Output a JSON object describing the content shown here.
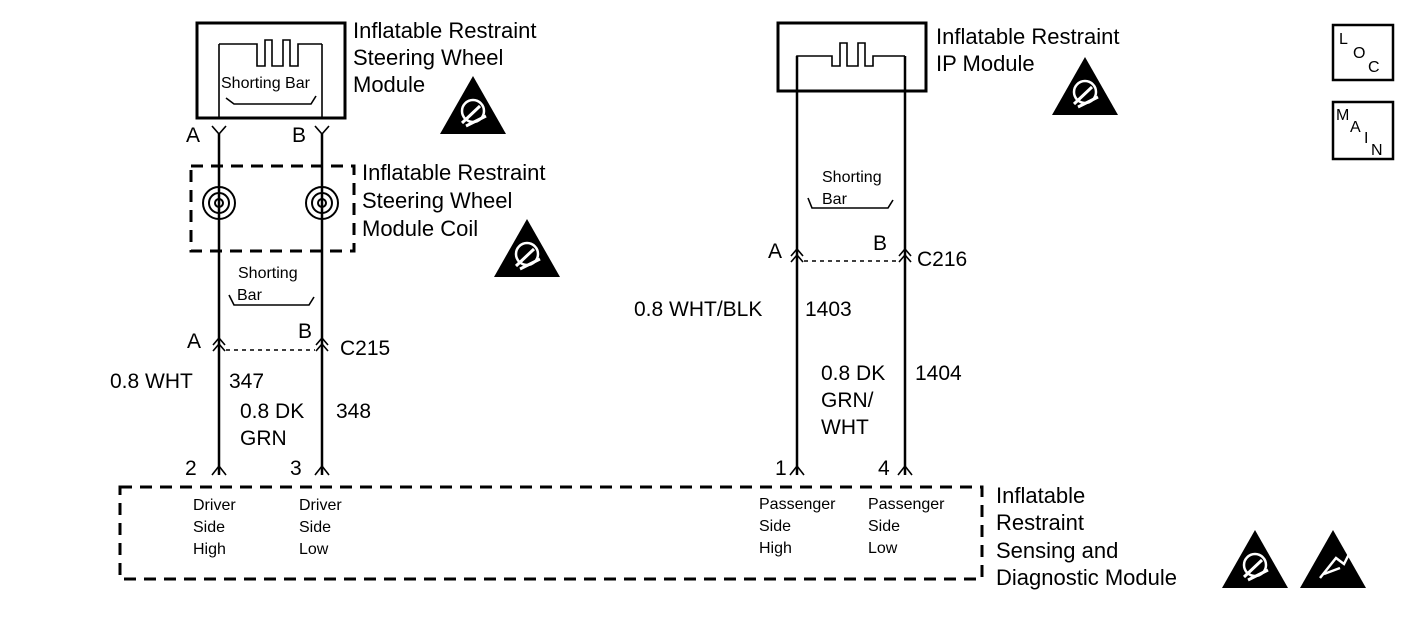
{
  "driver": {
    "module_label": [
      "Inflatable Restraint",
      "Steering Wheel",
      "Module"
    ],
    "shorting_bar_top": "Shorting Bar",
    "pin_a": "A",
    "pin_b": "B",
    "coil_label": [
      "Inflatable Restraint",
      "Steering Wheel",
      "Module Coil"
    ],
    "shorting_bar_lower": [
      "Shorting",
      "Bar"
    ],
    "conn_pin_a": "A",
    "conn_pin_b": "B",
    "connector": "C215",
    "wire1_gauge_color": "0.8 WHT",
    "wire1_circuit": "347",
    "wire2_gauge_color": [
      "0.8 DK",
      "GRN"
    ],
    "wire2_circuit": "348",
    "sdm_pin1": "2",
    "sdm_pin2": "3",
    "sdm_pin1_label": [
      "Driver",
      "Side",
      "High"
    ],
    "sdm_pin2_label": [
      "Driver",
      "Side",
      "Low"
    ]
  },
  "passenger": {
    "module_label": [
      "Inflatable Restraint",
      "IP Module"
    ],
    "shorting_bar": [
      "Shorting",
      "Bar"
    ],
    "conn_pin_a": "A",
    "conn_pin_b": "B",
    "connector": "C216",
    "wire1_gauge_color": "0.8 WHT/BLK",
    "wire1_circuit": "1403",
    "wire2_gauge_color": [
      "0.8 DK",
      "GRN/",
      "WHT"
    ],
    "wire2_circuit": "1404",
    "sdm_pin1": "1",
    "sdm_pin2": "4",
    "sdm_pin1_label": [
      "Passenger",
      "Side",
      "High"
    ],
    "sdm_pin2_label": [
      "Passenger",
      "Side",
      "Low"
    ]
  },
  "sdm": {
    "label": [
      "Inflatable",
      "Restraint",
      "Sensing and",
      "Diagnostic Module"
    ]
  },
  "nav": {
    "loc": [
      "L",
      "O",
      "C"
    ],
    "main": [
      "M",
      "A",
      "I",
      "N"
    ]
  },
  "icons": {
    "airbag_warning": "airbag-warning-icon",
    "esd_warning": "esd-warning-icon"
  }
}
